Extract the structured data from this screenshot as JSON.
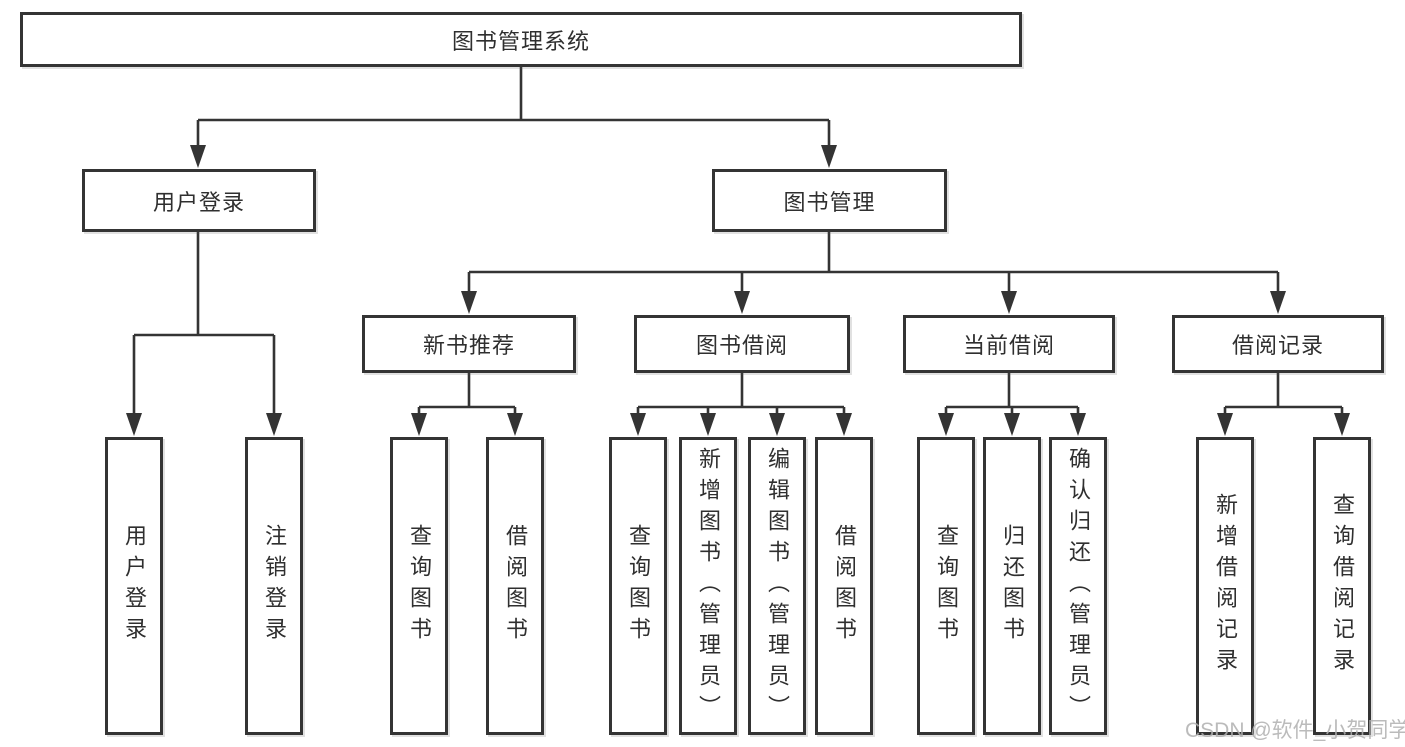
{
  "nodes": {
    "root": "图书管理系统",
    "branches": [
      "用户登录",
      "图书管理"
    ],
    "groups": [
      "新书推荐",
      "图书借阅",
      "当前借阅",
      "借阅记录"
    ],
    "leaves": [
      "用户登录",
      "注销登录",
      "查询图书",
      "借阅图书",
      "查询图书",
      "新增图书（管理员）",
      "编辑图书（管理员）",
      "借阅图书",
      "查询图书",
      "归还图书",
      "确认归还（管理员）",
      "新增借阅记录",
      "查询借阅记录"
    ]
  },
  "watermark": "CSDN @软件_小贺同学",
  "colors": {
    "line": "#343434",
    "box_fill": "#ffffff",
    "text": "#2f2f2f",
    "watermark": "#b0b0b0",
    "background": "#ffffff"
  }
}
